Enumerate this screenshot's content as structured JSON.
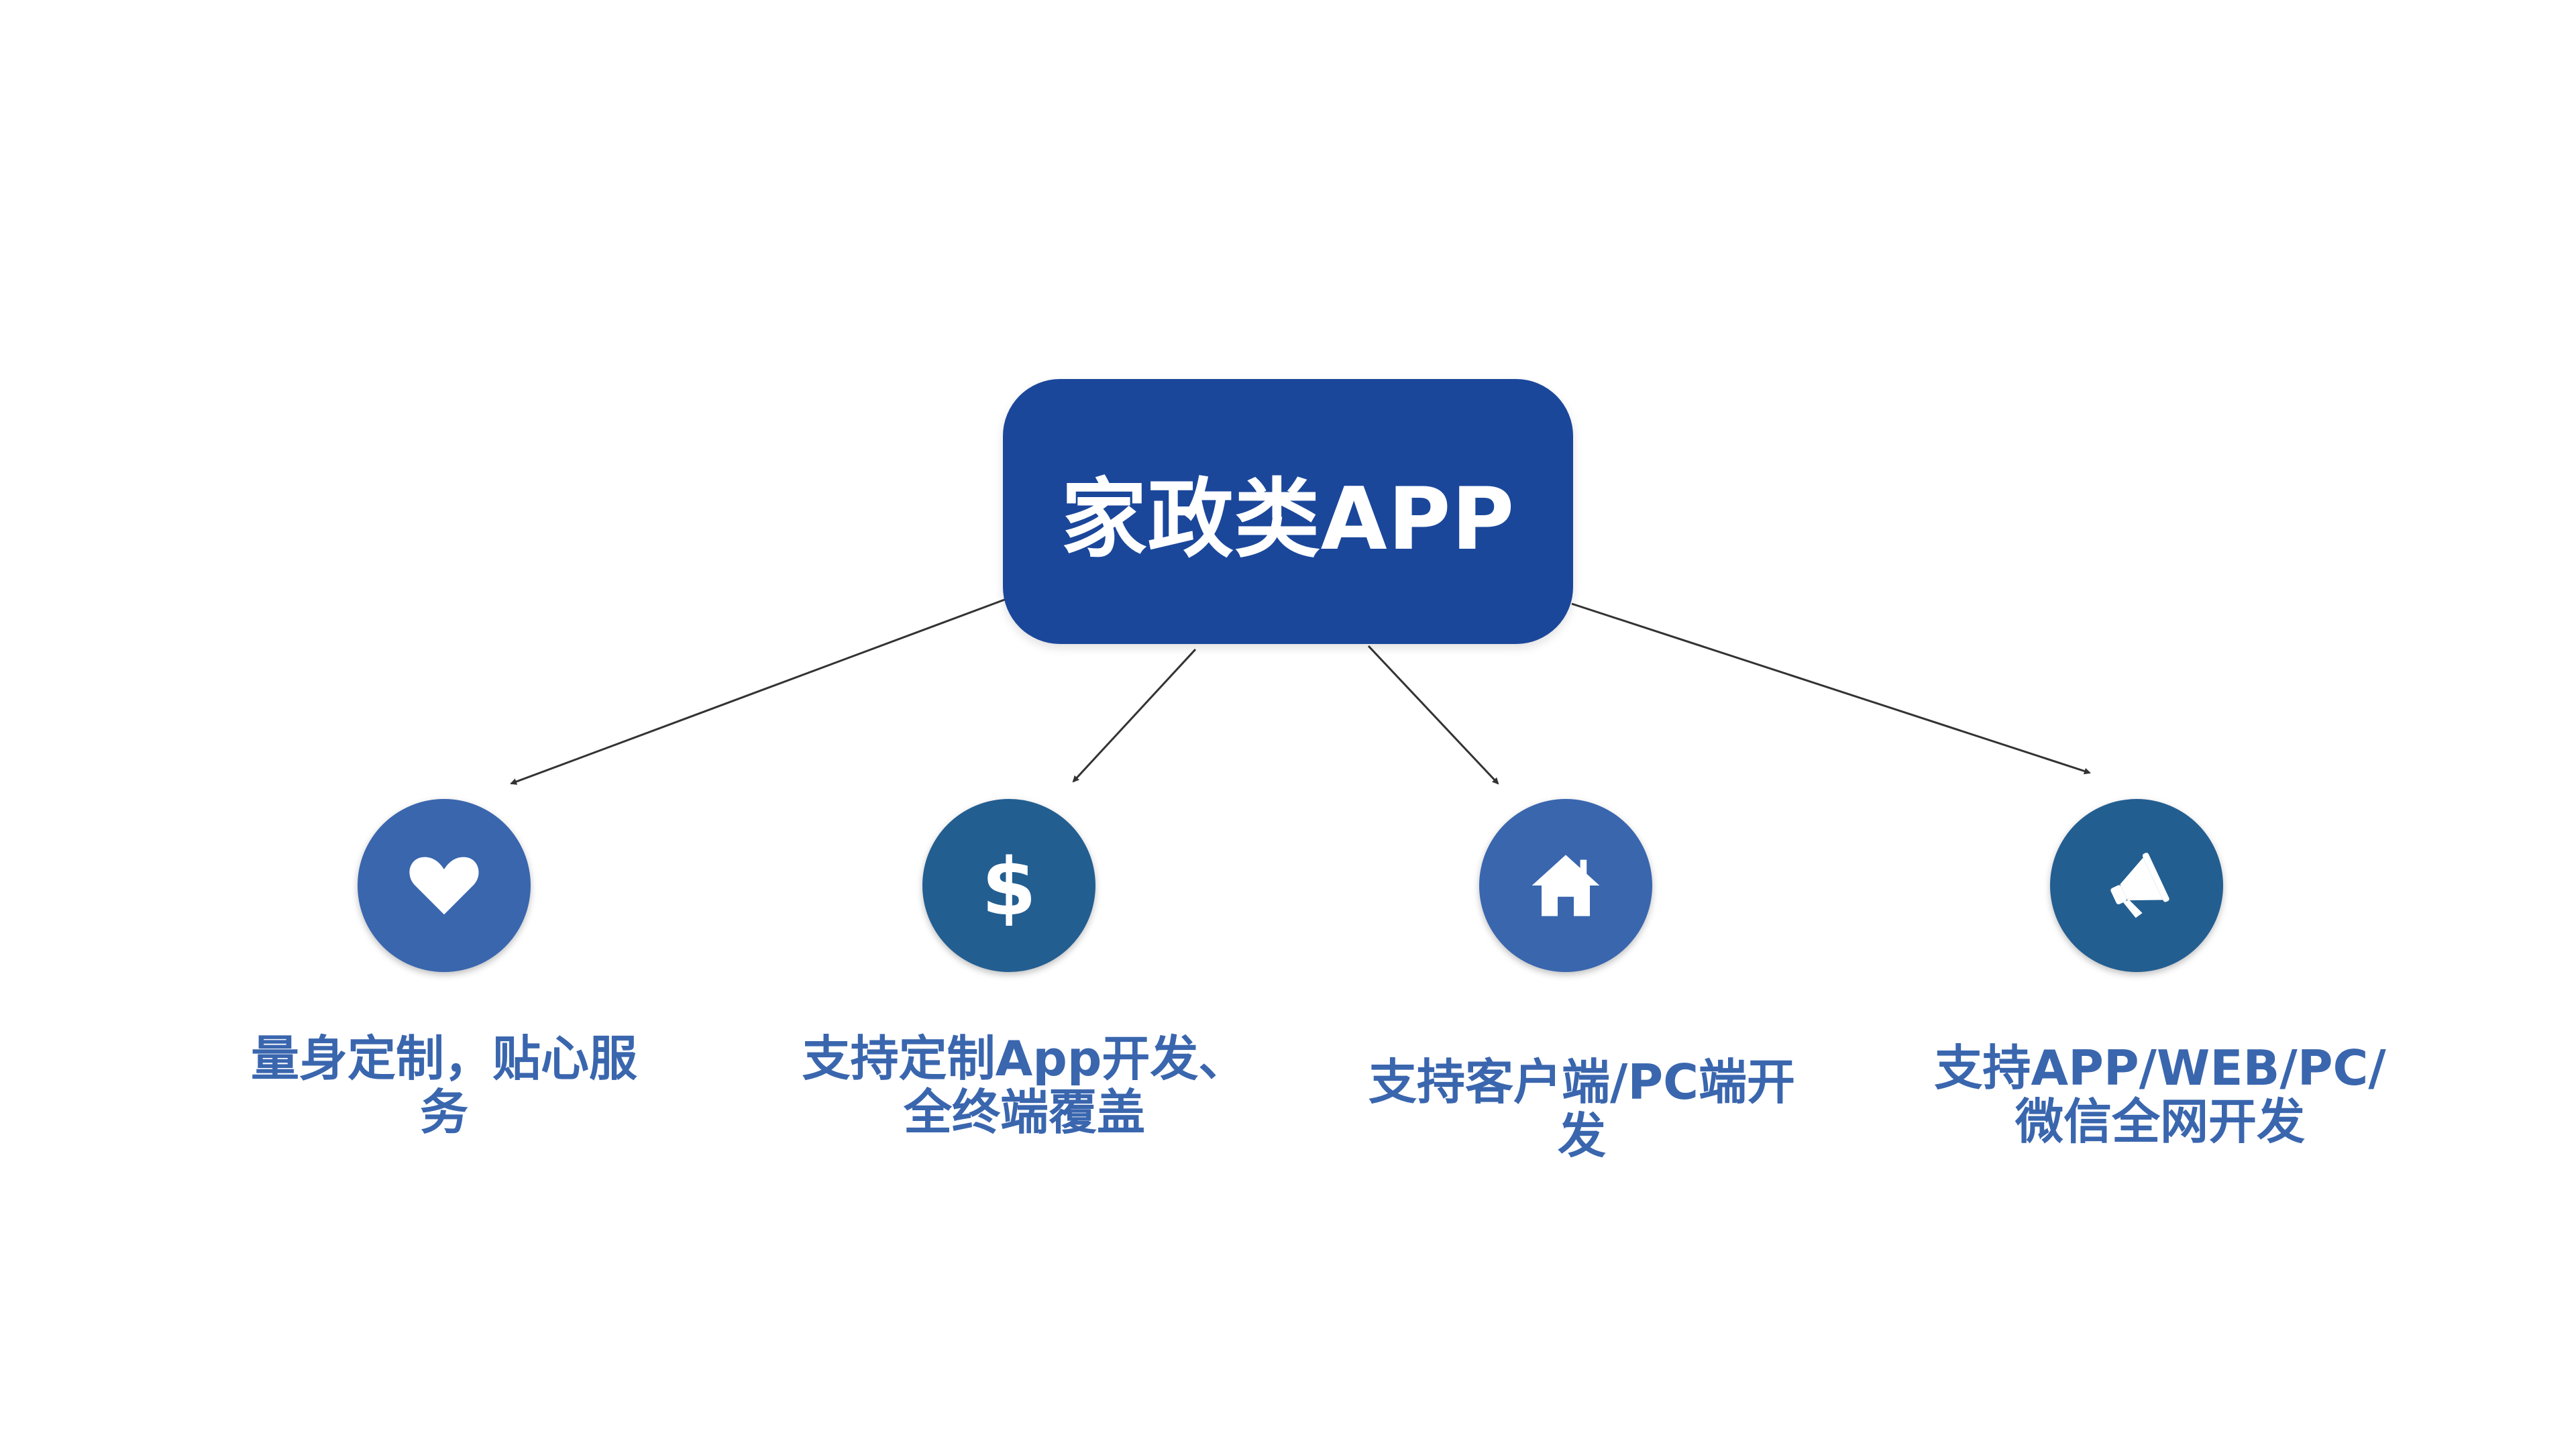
{
  "root": {
    "title": "家政类APP",
    "color": "#1b479b"
  },
  "colors": {
    "label": "#3a66ae",
    "arrow": "#333333"
  },
  "nodes": [
    {
      "icon": "heart-icon",
      "color": "#3a66ae",
      "label": "量身定制，贴心服\n务"
    },
    {
      "icon": "dollar-icon",
      "color": "#235e91",
      "label": "支持定制App开发、\n全终端覆盖"
    },
    {
      "icon": "home-icon",
      "color": "#3a66ae",
      "label": "支持客户端/PC端开\n发"
    },
    {
      "icon": "megaphone-icon",
      "color": "#235e91",
      "label": "支持APP/WEB/PC/\n微信全网开发"
    }
  ]
}
